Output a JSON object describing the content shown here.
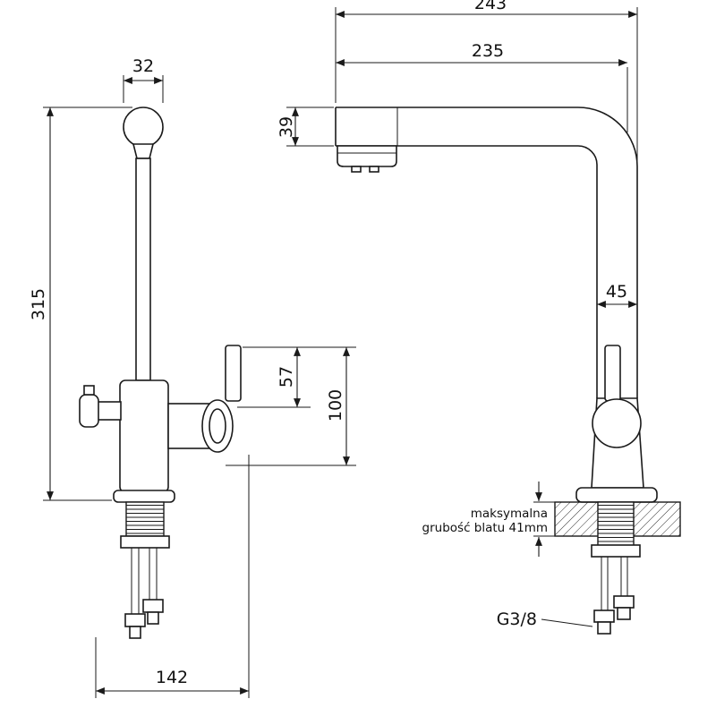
{
  "drawing": {
    "front_view": {
      "dim_spout_width": "32",
      "dim_total_height": "315",
      "dim_lever_height": "57",
      "dim_body_height": "100",
      "dim_base_depth": "142"
    },
    "side_view": {
      "dim_overall_depth": "243",
      "dim_spout_reach": "235",
      "dim_spout_end_height": "39",
      "dim_column_width": "45",
      "note_line1": "maksymalna",
      "note_line2": "grubość blatu 41mm",
      "thread_label": "G3/8"
    }
  }
}
